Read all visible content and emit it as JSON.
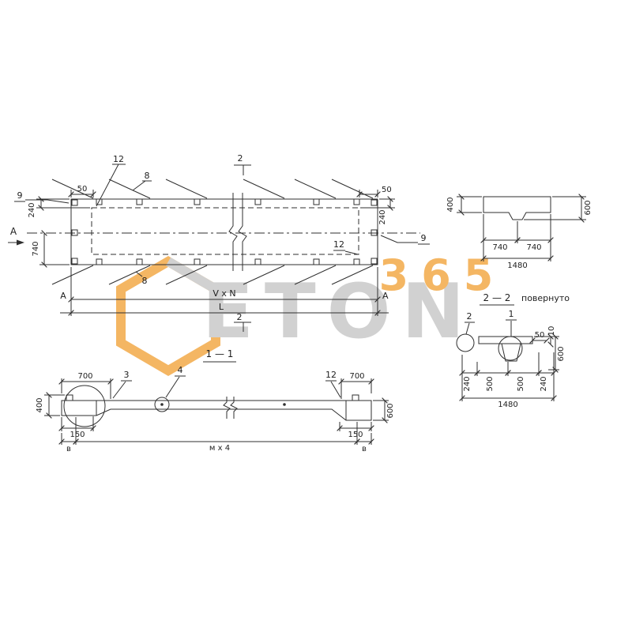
{
  "colors": {
    "line": "#2f2f2f",
    "text": "#1e1e1e",
    "watermark_orange": "#f2a43d",
    "watermark_gray": "#c6c6c6",
    "background": "#ffffff"
  },
  "watermark": {
    "brand": "ETON",
    "number": "365"
  },
  "plan": {
    "callout_12_top": "12",
    "section_mark_top": "2",
    "dim_8_top": "8",
    "dim_50_left": "50",
    "callout_9_left": "9",
    "dim_240_left": "240",
    "axis_a_left": "A",
    "dim_740_left": "740",
    "dim_50_right": "50",
    "dim_240_right": "240",
    "callout_9_right": "9",
    "callout_12_right": "12",
    "dim_8_bottom": "8",
    "axis_a_bottom_left": "A",
    "axis_a_bottom_right": "A",
    "dim_width": "V x N",
    "dim_length": "L",
    "section_mark_bottom": "2"
  },
  "end_view": {
    "dim_400": "400",
    "dim_600": "600",
    "dim_740_left": "740",
    "dim_740_right": "740",
    "dim_1480": "1480"
  },
  "section_2_2": {
    "title": "2 — 2",
    "subtitle": "повернуто",
    "callout_2": "2",
    "callout_1": "1",
    "dim_50": "50",
    "dim_10": "10",
    "dim_600": "600",
    "dim_240_left": "240",
    "dim_500_left": "500",
    "dim_500_right": "500",
    "dim_240_right": "240",
    "dim_1480": "1480"
  },
  "section_1_1": {
    "title": "1 — 1",
    "dim_700_left": "700",
    "callout_3": "3",
    "callout_4": "4",
    "callout_12": "12",
    "dim_700_right": "700",
    "dim_400": "400",
    "dim_150_left": "150",
    "dim_b_left": "в",
    "dim_m_x4": "м х 4",
    "dim_b_right": "в",
    "dim_150_right": "150",
    "dim_600": "600"
  }
}
